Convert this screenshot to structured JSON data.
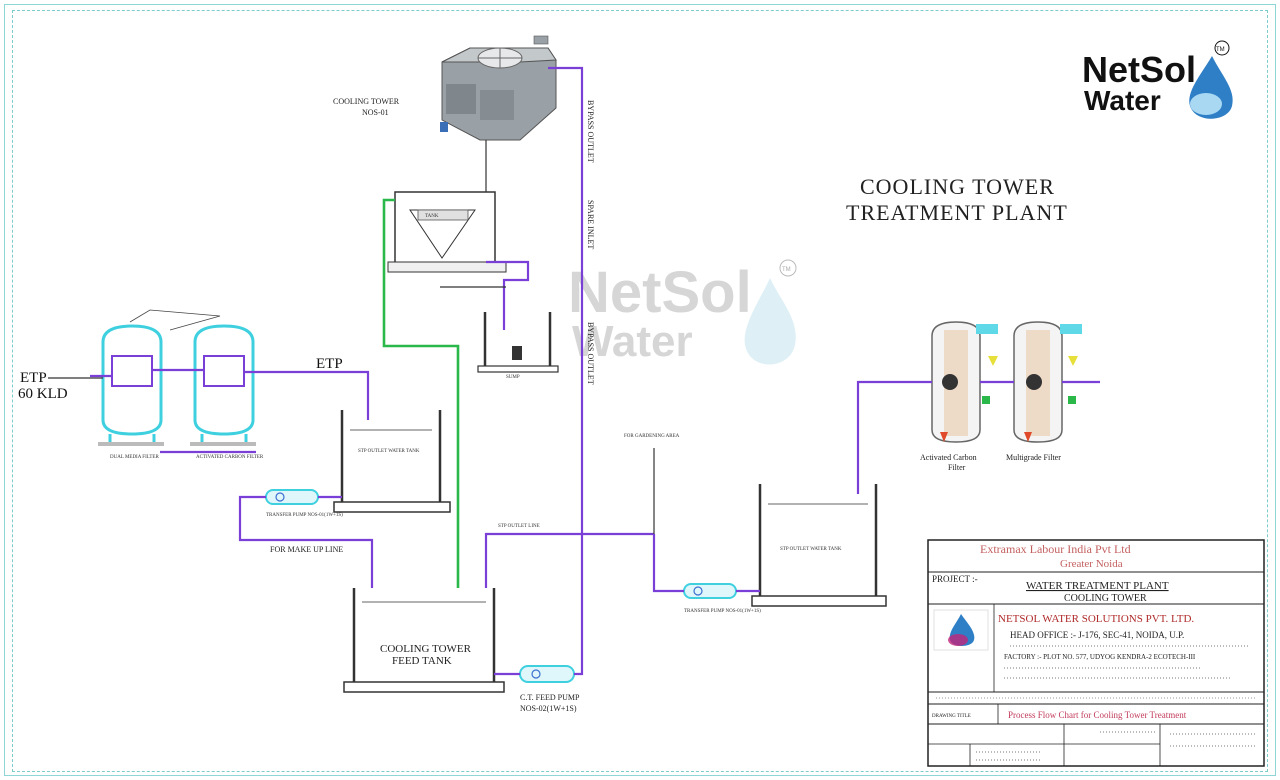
{
  "title": {
    "line1": "COOLING TOWER",
    "line2": "TREATMENT PLANT"
  },
  "logo": {
    "net": "NetSol",
    "water": "Water",
    "tm": "TM"
  },
  "watermark": {
    "net": "NetSol",
    "water": "Water",
    "tm": "TM"
  },
  "labels": {
    "etp_in": "ETP",
    "kld": "60 KLD",
    "etp_mid": "ETP",
    "cooling_tower": "COOLING TOWER",
    "cooling_tower_nos": "NOS-01",
    "dual_media": "DUAL MEDIA FILTER",
    "activated_carbon_l": "ACTIVATED CARBON FILTER",
    "stp_outlet_tank": "STP OUTLET WATER TANK",
    "transfer_pump": "TRANSFER PUMP NOS-01(1W+1S)",
    "make_up": "FOR MAKE UP LINE",
    "ct_feed_tank_1": "COOLING TOWER",
    "ct_feed_tank_2": "FEED TANK",
    "ct_feed_pump_1": "C.T. FEED PUMP",
    "ct_feed_pump_2": "NOS-02(1W+1S)",
    "bypass_outlet_top": "BYPASS OUTLET",
    "spare_inlet": "SPARE INLET",
    "bypass_outlet_mid": "BYPASS OUTLET",
    "stp_outlet_line": "STP OUTLET LINE",
    "for_gardening": "FOR GARDENING AREA",
    "stp_outlet_tank_r": "STP OUTLET WATER TANK",
    "transfer_pump_r": "TRANSFER PUMP NOS-01(1W+1S)",
    "activated_carbon_r1": "Activated Carbon",
    "activated_carbon_r2": "Filter",
    "multigrade": "Multigrade Filter",
    "sump": "SUMP",
    "tank_label": "TANK"
  },
  "title_block": {
    "client1": "Extramax Labour India Pvt Ltd",
    "client2": "Greater Noida",
    "project_label": "PROJECT :-",
    "project1": "WATER TREATMENT PLANT",
    "project2": "COOLING TOWER",
    "company": "NETSOL WATER SOLUTIONS PVT. LTD.",
    "head_office": "HEAD OFFICE :- J-176, SEC-41, NOIDA, U.P.",
    "factory": "FACTORY :- PLOT NO. 577, UDYOG KENDRA-2 ECOTECH-III",
    "drawing_title_label": "DRAWING TITLE",
    "drawing_title": "Process Flow Chart for Cooling Tower Treatment"
  },
  "colors": {
    "pipe_purple": "#7a3fd6",
    "pipe_green": "#2bb84a",
    "filter_cyan": "#3fd0e0",
    "title_red": "#b02a2a"
  }
}
